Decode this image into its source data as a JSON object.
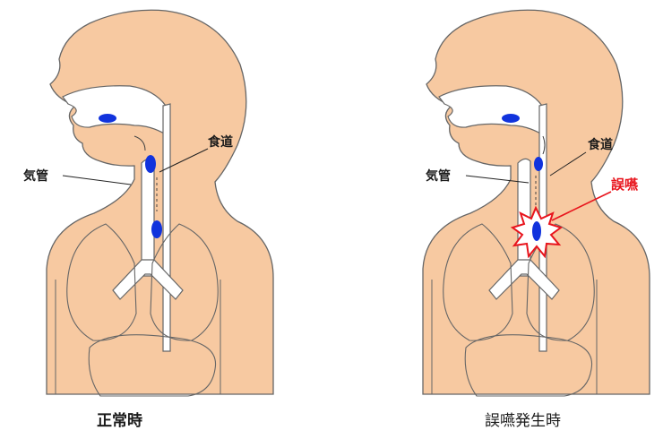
{
  "panels": [
    {
      "caption": "正常時",
      "labels": {
        "esophagus": "食道",
        "trachea": "気管"
      }
    },
    {
      "caption": "誤嚥発生時",
      "labels": {
        "esophagus": "食道",
        "trachea": "気管",
        "aspiration": "誤嚥"
      }
    }
  ],
  "colors": {
    "skin": "#f7c9a1",
    "outline": "#666666",
    "bolus": "#1133dd",
    "alert": "#e8141c",
    "text": "#1a1a1a"
  }
}
